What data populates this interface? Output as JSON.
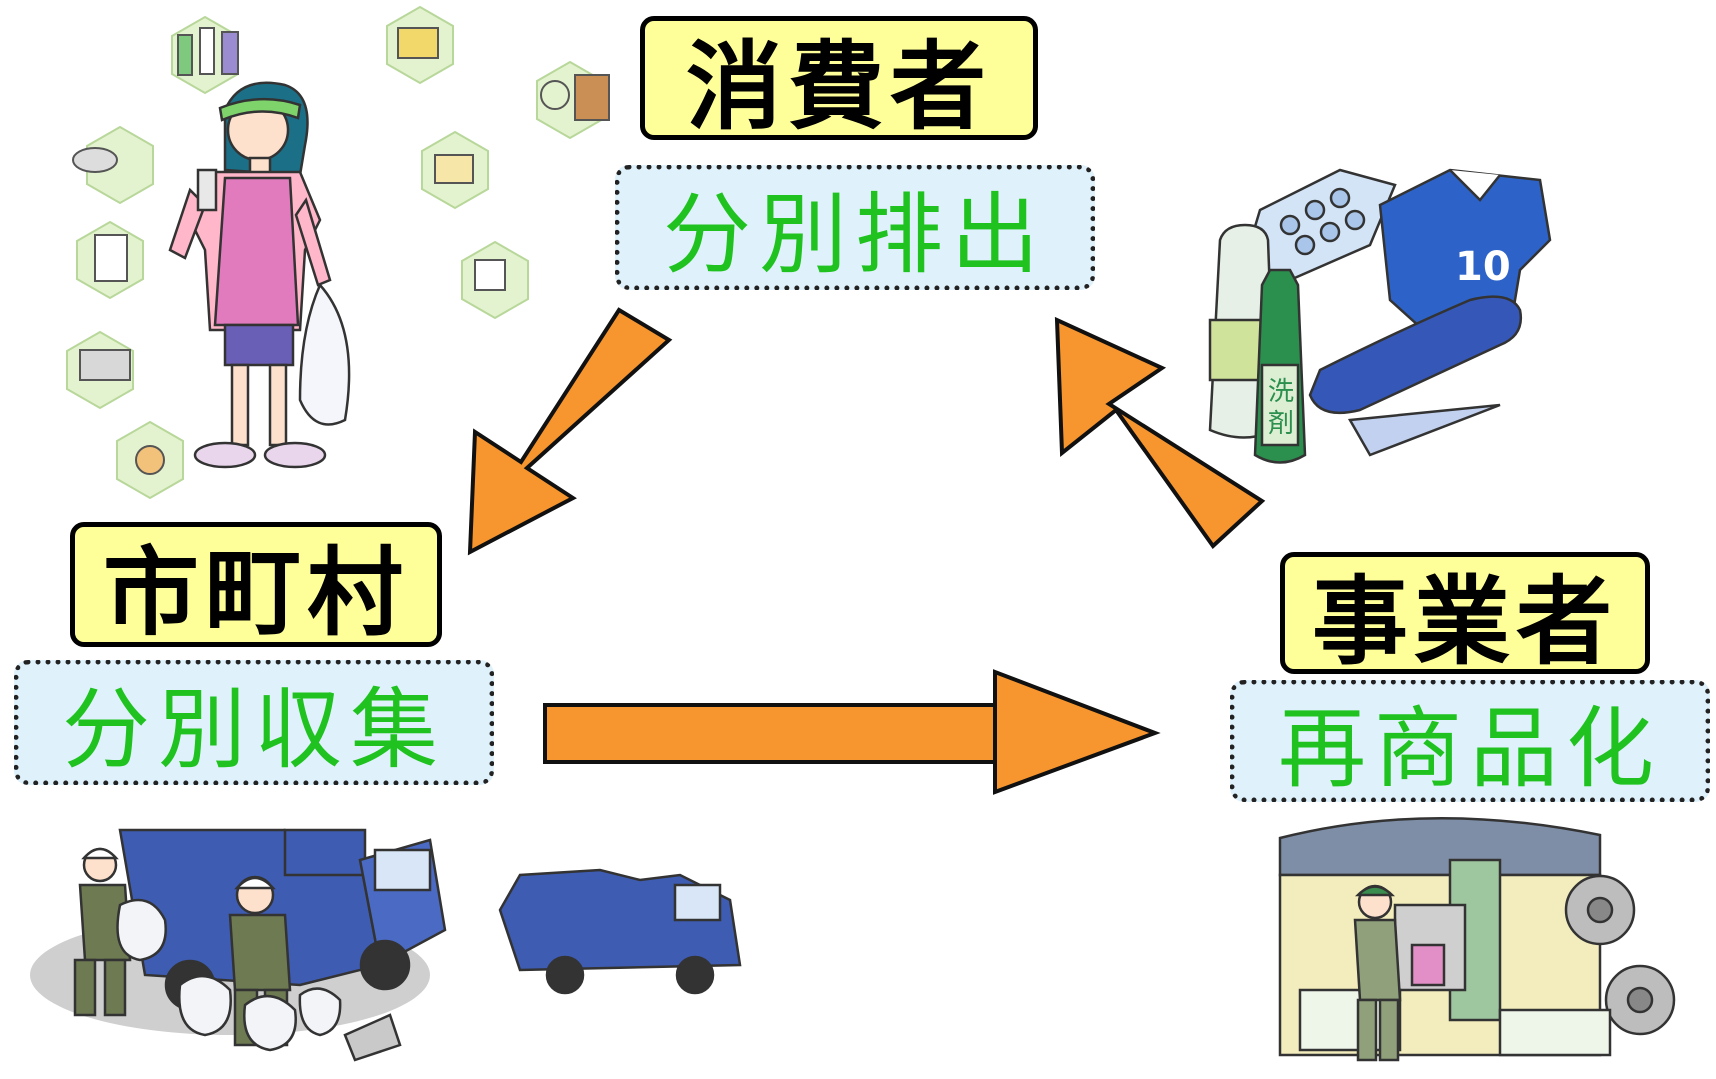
{
  "nodes": {
    "consumer": {
      "role": "消費者",
      "action": "分別排出"
    },
    "municipal": {
      "role": "市町村",
      "action": "分別収集"
    },
    "business": {
      "role": "事業者",
      "action": "再商品化"
    }
  },
  "colors": {
    "role_bg": "#ffff99",
    "action_bg": "#dff1fb",
    "action_text": "#1fc21f",
    "arrow_fill": "#f7952e"
  },
  "illustrations": {
    "consumer": "woman-with-recyclables-illustration",
    "municipal": "garbage-truck-collection-illustration",
    "business": "recycling-plant-illustration",
    "products": "recycled-products-illustration"
  }
}
